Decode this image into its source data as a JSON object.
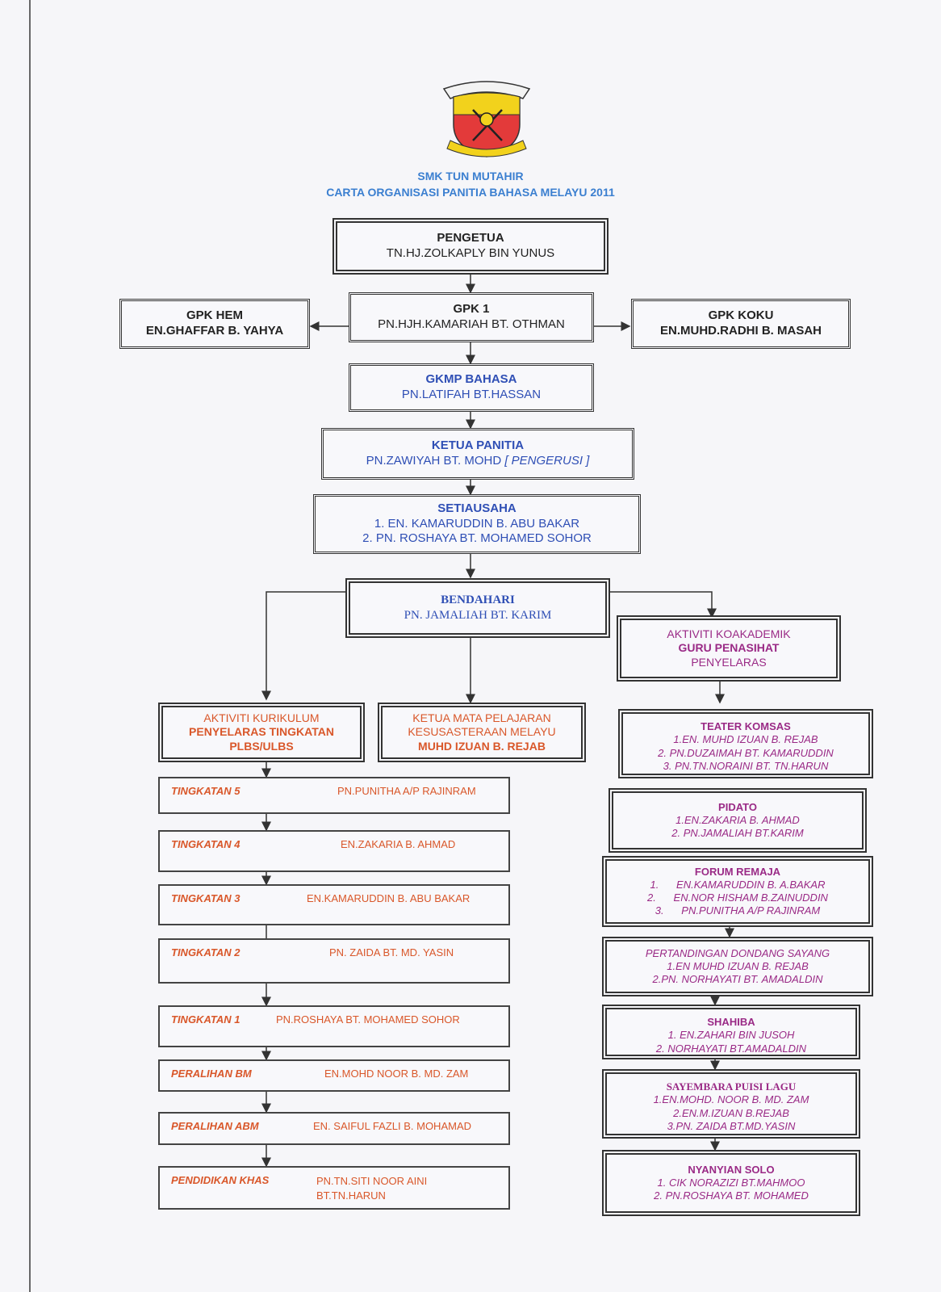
{
  "header": {
    "school": "SMK TUN MUTAHIR",
    "title": "CARTA ORGANISASI PANITIA BAHASA MELAYU 2011",
    "logo_icon": "school-crest"
  },
  "colors": {
    "header": "#3b7fd0",
    "blue": "#2f4fb5",
    "orange": "#d9572a",
    "purple": "#9a2a86",
    "black": "#222222"
  },
  "pengetua": {
    "role": "PENGETUA",
    "name": "TN.HJ.ZOLKAPLY BIN  YUNUS"
  },
  "gpk1": {
    "role": "GPK 1",
    "name": "PN.HJH.KAMARIAH BT. OTHMAN"
  },
  "gpk_hem": {
    "role": "GPK HEM",
    "name": "EN.GHAFFAR B. YAHYA"
  },
  "gpk_koku": {
    "role": "GPK KOKU",
    "name": "EN.MUHD.RADHI B. MASAH"
  },
  "gkmp": {
    "role": "GKMP BAHASA",
    "name": "PN.LATIFAH BT.HASSAN"
  },
  "ketua_panitia": {
    "role": "KETUA PANITIA",
    "name": "PN.ZAWIYAH BT. MOHD",
    "note": "[ PENGERUSI ]"
  },
  "setiausaha": {
    "role": "SETIAUSAHA",
    "members": [
      "1. EN. KAMARUDDIN B. ABU BAKAR",
      "2. PN. ROSHAYA BT. MOHAMED SOHOR"
    ]
  },
  "bendahari": {
    "role": "BENDAHARI",
    "name": "PN. JAMALIAH BT. KARIM"
  },
  "kurikulum": {
    "line1": "AKTIVITI   KURIKULUM",
    "line2": "PENYELARAS TINGKATAN",
    "line3": "PLBS/ULBS"
  },
  "ketua_mp": {
    "line1": "KETUA MATA PELAJARAN",
    "line2": "KESUSASTERAAN MELAYU",
    "line3": "MUHD IZUAN B. REJAB"
  },
  "koakademik": {
    "line1": "AKTIVITI   KOAKADEMIK",
    "line2": "GURU PENASIHAT",
    "line3": "PENYELARAS"
  },
  "tingkatan": [
    {
      "level": "TINGKATAN 5",
      "name": "PN.PUNITHA A/P RAJINRAM"
    },
    {
      "level": "TINGKATAN 4",
      "name": "EN.ZAKARIA B. AHMAD"
    },
    {
      "level": "TINGKATAN 3",
      "name": "EN.KAMARUDDIN B. ABU BAKAR"
    },
    {
      "level": "TINGKATAN 2",
      "name": "PN. ZAIDA  BT. MD. YASIN"
    },
    {
      "level": "TINGKATAN 1",
      "name": "PN.ROSHAYA BT. MOHAMED SOHOR"
    },
    {
      "level": "PERALIHAN BM",
      "name": "EN.MOHD NOOR B. MD. ZAM"
    },
    {
      "level": "PERALIHAN ABM",
      "name": "EN. SAIFUL FAZLI B. MOHAMAD"
    },
    {
      "level": "PENDIDIKAN KHAS",
      "name": "PN.TN.SITI NOOR AINI",
      "name2": "BT.TN.HARUN"
    }
  ],
  "activities": [
    {
      "title": "TEATER KOMSAS",
      "members": [
        "1.EN. MUHD IZUAN B. REJAB",
        "2. PN.DUZAIMAH BT. KAMARUDDIN",
        "3. PN.TN.NORAINI BT. TN.HARUN"
      ]
    },
    {
      "title": "PIDATO",
      "members": [
        "1.EN.ZAKARIA B. AHMAD",
        "2. PN.JAMALIAH BT.KARIM"
      ]
    },
    {
      "title": "FORUM  REMAJA",
      "members": [
        "1.      EN.KAMARUDDIN B. A.BAKAR",
        "2.      EN.NOR HISHAM B.ZAINUDDIN",
        "3.      PN.PUNITHA A/P RAJINRAM"
      ]
    },
    {
      "title": "PERTANDINGAN DONDANG SAYANG",
      "members": [
        "1.EN MUHD IZUAN B. REJAB",
        "2.PN. NORHAYATI BT. AMADALDIN"
      ]
    },
    {
      "title": "SHAHIBA",
      "members": [
        "1. EN.ZAHARI BIN JUSOH",
        "2. NORHAYATI BT.AMADALDIN"
      ]
    },
    {
      "title": "SAYEMBARA PUISI LAGU",
      "members": [
        "1.EN.MOHD. NOOR B. MD. ZAM",
        "2.EN.M.IZUAN B.REJAB",
        "3.PN. ZAIDA BT.MD.YASIN"
      ]
    },
    {
      "title": "NYANYIAN SOLO",
      "members": [
        "1. CIK NORAZIZI BT.MAHMOO",
        "2. PN.ROSHAYA BT. MOHAMED"
      ]
    }
  ]
}
